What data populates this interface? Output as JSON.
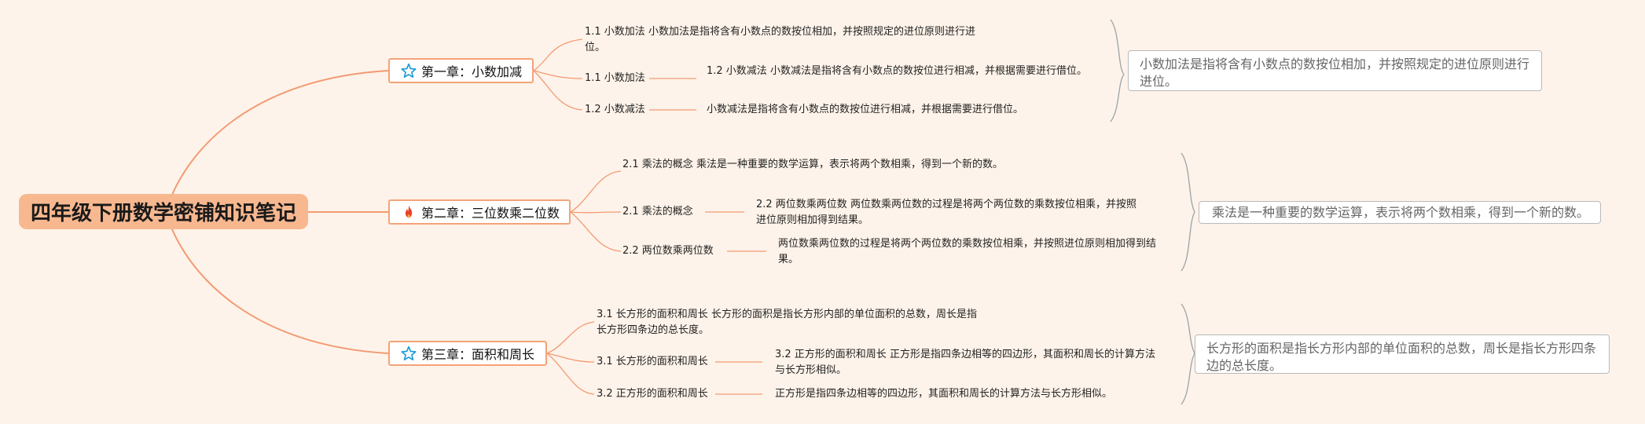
{
  "title": "四年级下册数学密铺知识笔记",
  "colors": {
    "background": "#fef3ea",
    "root_fill": "#f8b88f",
    "branch_line": "#f29a72",
    "chapter_border": "#f4a27a",
    "star_icon": "#1a9bd7",
    "fire_icon": "#e8412c",
    "summary_border": "#b9b9b9",
    "brace": "#9aa3a8"
  },
  "chapters": [
    {
      "icon": "star-icon",
      "label": "第一章：小数加减",
      "top_note": "1.1 小数加法 小数加法是指将含有小数点的数按位相加，并按照规定的进位原则进行进位。",
      "items": [
        {
          "label": "1.1 小数加法",
          "detail": "1.2 小数减法 小数减法是指将含有小数点的数按位进行相减，并根据需要进行借位。"
        },
        {
          "label": "1.2 小数减法",
          "detail": "小数减法是指将含有小数点的数按位进行相减，并根据需要进行借位。"
        }
      ],
      "summary": "小数加法是指将含有小数点的数按位相加，并按照规定的进位原则进行进位。"
    },
    {
      "icon": "fire-icon",
      "label": "第二章：三位数乘二位数",
      "top_note": "2.1 乘法的概念 乘法是一种重要的数学运算，表示将两个数相乘，得到一个新的数。",
      "items": [
        {
          "label": "2.1 乘法的概念",
          "detail": "2.2 两位数乘两位数 两位数乘两位数的过程是将两个两位数的乘数按位相乘，并按照进位原则相加得到结果。"
        },
        {
          "label": "2.2 两位数乘两位数",
          "detail": "两位数乘两位数的过程是将两个两位数的乘数按位相乘，并按照进位原则相加得到结果。"
        }
      ],
      "summary": "乘法是一种重要的数学运算，表示将两个数相乘，得到一个新的数。"
    },
    {
      "icon": "star-icon",
      "label": "第三章：面积和周长",
      "top_note": "3.1 长方形的面积和周长 长方形的面积是指长方形内部的单位面积的总数，周长是指长方形四条边的总长度。",
      "items": [
        {
          "label": "3.1 长方形的面积和周长",
          "detail": "3.2 正方形的面积和周长 正方形是指四条边相等的四边形，其面积和周长的计算方法与长方形相似。"
        },
        {
          "label": "3.2 正方形的面积和周长",
          "detail": "正方形是指四条边相等的四边形，其面积和周长的计算方法与长方形相似。"
        }
      ],
      "summary": "长方形的面积是指长方形内部的单位面积的总数，周长是指长方形四条边的总长度。"
    }
  ]
}
